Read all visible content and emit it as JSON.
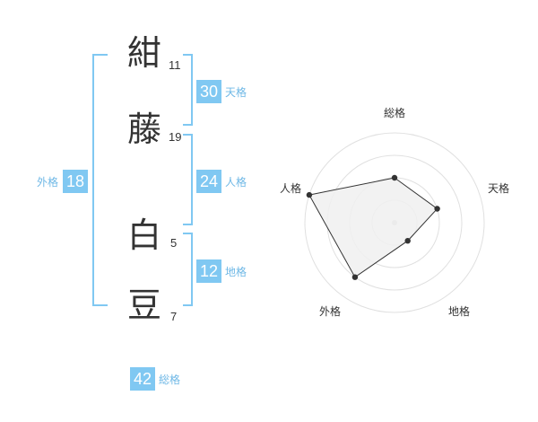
{
  "name": {
    "chars": [
      {
        "char": "紺",
        "strokes": "11"
      },
      {
        "char": "藤",
        "strokes": "19"
      },
      {
        "char": "白",
        "strokes": "5"
      },
      {
        "char": "豆",
        "strokes": "7"
      }
    ]
  },
  "fortune": {
    "tenkaku": {
      "value": "30",
      "label": "天格"
    },
    "jinkaku": {
      "value": "24",
      "label": "人格"
    },
    "chikaku": {
      "value": "12",
      "label": "地格"
    },
    "gaikaku": {
      "value": "18",
      "label": "外格"
    },
    "soukaku": {
      "value": "42",
      "label": "総格"
    }
  },
  "colors": {
    "accent": "#80c8f2",
    "accent_text": "#6fb8e6",
    "text": "#333333",
    "grid": "#e0e0e0",
    "fill": "#f0f0f0",
    "polygon": "#333333"
  },
  "chart_data": {
    "type": "radar",
    "axes": [
      "総格",
      "天格",
      "地格",
      "外格",
      "人格"
    ],
    "values": [
      2,
      2,
      1,
      3,
      4
    ],
    "rmax": 4
  }
}
